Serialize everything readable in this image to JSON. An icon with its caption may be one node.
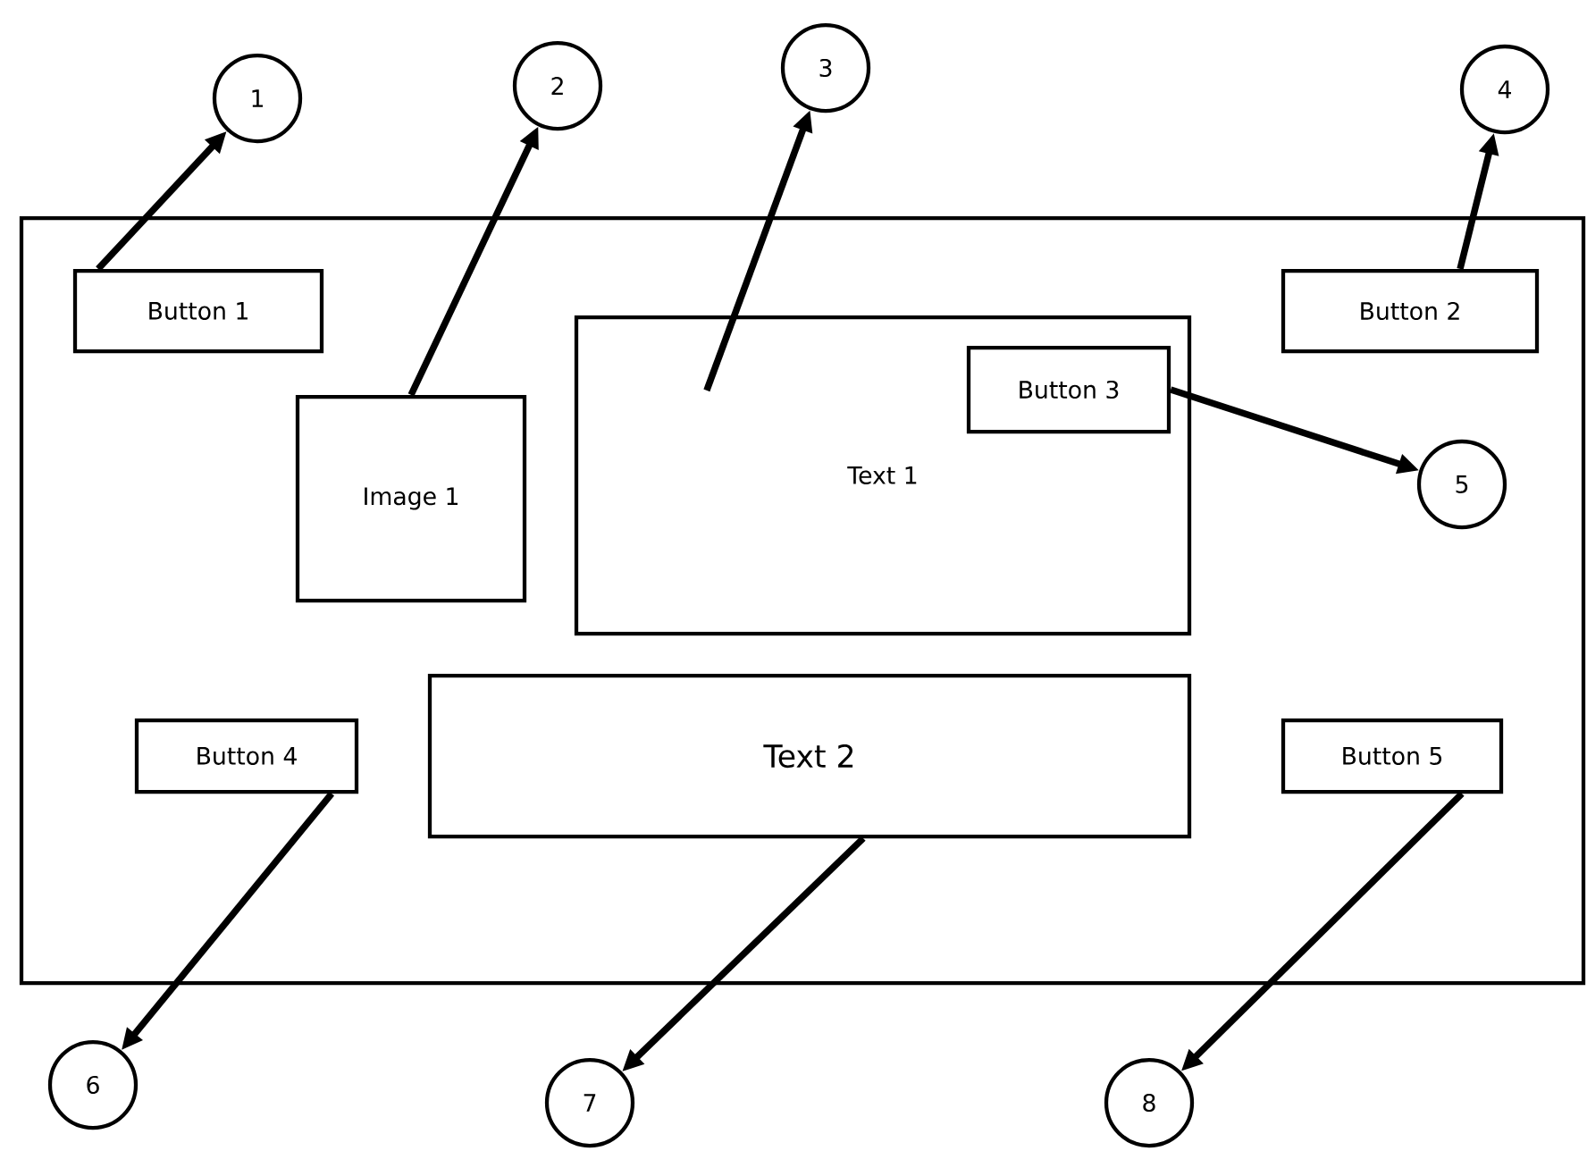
{
  "diagram": {
    "nodes": [
      {
        "text": [],
        "shape": "box"
      },
      {
        "text": [
          "1"
        ]
      },
      {
        "text": [
          "2"
        ]
      },
      {
        "text": [
          "3"
        ]
      },
      {
        "text": [
          "4"
        ]
      },
      {
        "text": [
          "Button 1"
        ],
        "in": 0
      },
      {
        "text": [
          "Button 2"
        ],
        "in": 0
      },
      {
        "text": [
          "Image 1"
        ],
        "in": 0
      },
      {
        "text": [
          "Text 1"
        ],
        "in": 0
      },
      {
        "text": [
          "Button 3"
        ],
        "in": 8
      },
      {
        "text": [
          "5"
        ],
        "in": 0
      },
      {
        "text": [
          "Text 2"
        ],
        "in": 0
      },
      {
        "text": [
          "Button 4"
        ],
        "in": 0
      },
      {
        "text": [
          "Button 5"
        ],
        "in": 0
      },
      {
        "text": [
          "6"
        ]
      },
      {
        "text": [
          "7"
        ]
      },
      {
        "text": [
          "8"
        ]
      }
    ],
    "edges": [
      {
        "from": 5,
        "to": 1,
        "arrow": "to"
      },
      {
        "from": 7,
        "to": 2,
        "arrow": "to"
      },
      {
        "from": 8,
        "to": 3,
        "arrow": "to"
      },
      {
        "from": 6,
        "to": 4,
        "arrow": "to"
      },
      {
        "from": 9,
        "to": 10,
        "arrow": "to"
      },
      {
        "from": 12,
        "to": 14,
        "arrow": "to"
      },
      {
        "from": 11,
        "to": 15,
        "arrow": "to"
      },
      {
        "from": 13,
        "to": 16,
        "arrow": "to"
      }
    ]
  }
}
